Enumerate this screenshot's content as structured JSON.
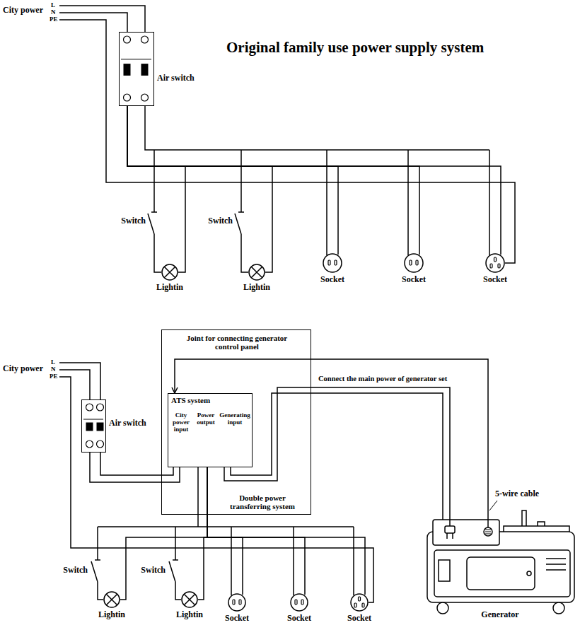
{
  "diagram": {
    "title": "Original family use power supply system",
    "nodes": [
      {
        "text": [
          "Air switch"
        ]
      },
      {
        "text": [
          "Lightin"
        ]
      },
      {
        "text": [
          "Lightin"
        ]
      },
      {
        "text": [
          "Socket"
        ]
      },
      {
        "text": [
          "Socket"
        ]
      },
      {
        "text": [
          "Socket"
        ]
      },
      {
        "text": [
          "Air switch"
        ]
      },
      {
        "text": [
          "Joint for connecting generator control panel",
          "Double power transferring system"
        ]
      },
      {
        "text": [
          "ATS system",
          "City power input",
          "Power output",
          "Generating input"
        ],
        "in": 7
      },
      {
        "text": [
          "Lightin"
        ]
      },
      {
        "text": [
          "Lightin"
        ]
      },
      {
        "text": [
          "Socket"
        ]
      },
      {
        "text": [
          "Socket"
        ]
      },
      {
        "text": [
          "Socket"
        ]
      },
      {
        "text": [
          "Generator"
        ]
      }
    ],
    "edges": [
      {
        "from": 0,
        "to": 1,
        "arrow": "none"
      },
      {
        "from": 0,
        "to": 2,
        "arrow": "none"
      },
      {
        "from": 0,
        "to": 3,
        "arrow": "none"
      },
      {
        "from": 0,
        "to": 4,
        "arrow": "none"
      },
      {
        "from": 0,
        "to": 5,
        "arrow": "none"
      },
      {
        "from": 6,
        "to": 8,
        "arrow": "none"
      },
      {
        "from": 8,
        "to": 9,
        "arrow": "none"
      },
      {
        "from": 8,
        "to": 10,
        "arrow": "none"
      },
      {
        "from": 8,
        "to": 11,
        "arrow": "none"
      },
      {
        "from": 8,
        "to": 12,
        "arrow": "none"
      },
      {
        "from": 8,
        "to": 13,
        "arrow": "none"
      },
      {
        "from": 14,
        "to": 8,
        "label": "Connect the main power of generator set",
        "arrow": "none"
      },
      {
        "from": 14,
        "to": 8,
        "arrow": "to"
      }
    ],
    "labels": [
      "City power",
      "L",
      "N",
      "PE",
      "Switch",
      "Switch",
      "City power",
      "L",
      "N",
      "PE",
      "Switch",
      "Switch",
      "5-wire cable"
    ]
  }
}
